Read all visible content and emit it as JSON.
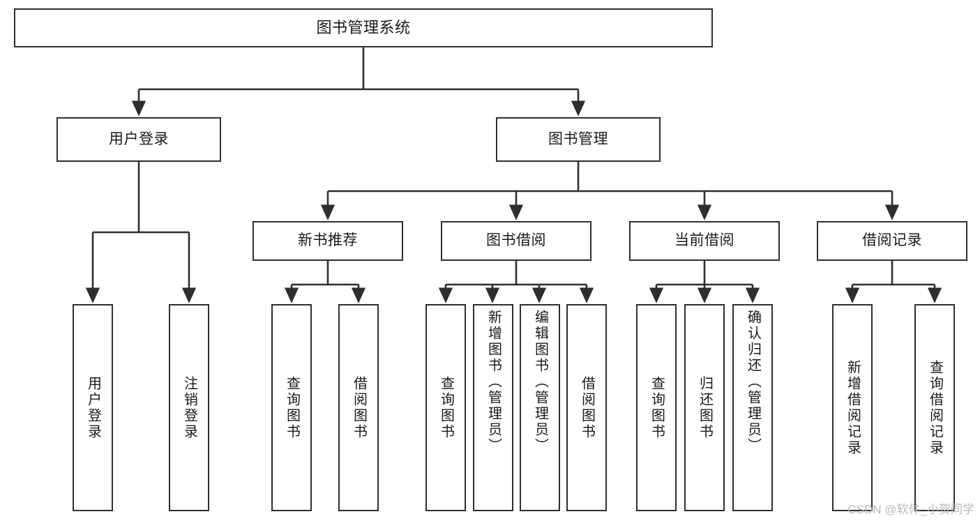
{
  "diagram": {
    "title": "图书管理系统",
    "type": "tree",
    "watermark": "CSDN @软件_小贺同学",
    "colors": {
      "stroke": "#2e2e2e",
      "fill": "#ffffff",
      "text": "#1a1a1a",
      "watermark": "#b9b9b9"
    },
    "nodes": {
      "root": {
        "label": "图书管理系统",
        "level": 1
      },
      "l2": [
        {
          "label": "用户登录",
          "level": 2
        },
        {
          "label": "图书管理",
          "level": 2
        }
      ],
      "l3": [
        {
          "label": "新书推荐",
          "level": 3
        },
        {
          "label": "图书借阅",
          "level": 3
        },
        {
          "label": "当前借阅",
          "level": 3
        },
        {
          "label": "借阅记录",
          "level": 3
        }
      ],
      "leaves": [
        {
          "label": "用户登录",
          "parent": "用户登录",
          "level": 3
        },
        {
          "label": "注销登录",
          "parent": "用户登录",
          "level": 3
        },
        {
          "label": "查询图书",
          "parent": "新书推荐",
          "level": 4
        },
        {
          "label": "借阅图书",
          "parent": "新书推荐",
          "level": 4
        },
        {
          "label": "查询图书",
          "parent": "图书借阅",
          "level": 4
        },
        {
          "label": "新增图书（管理员）",
          "parent": "图书借阅",
          "level": 4
        },
        {
          "label": "编辑图书（管理员）",
          "parent": "图书借阅",
          "level": 4
        },
        {
          "label": "借阅图书",
          "parent": "图书借阅",
          "level": 4
        },
        {
          "label": "查询图书",
          "parent": "当前借阅",
          "level": 4
        },
        {
          "label": "归还图书",
          "parent": "当前借阅",
          "level": 4
        },
        {
          "label": "确认归还（管理员）",
          "parent": "当前借阅",
          "level": 4
        },
        {
          "label": "新增借阅记录",
          "parent": "借阅记录",
          "level": 4
        },
        {
          "label": "查询借阅记录",
          "parent": "借阅记录",
          "level": 4
        }
      ]
    }
  }
}
